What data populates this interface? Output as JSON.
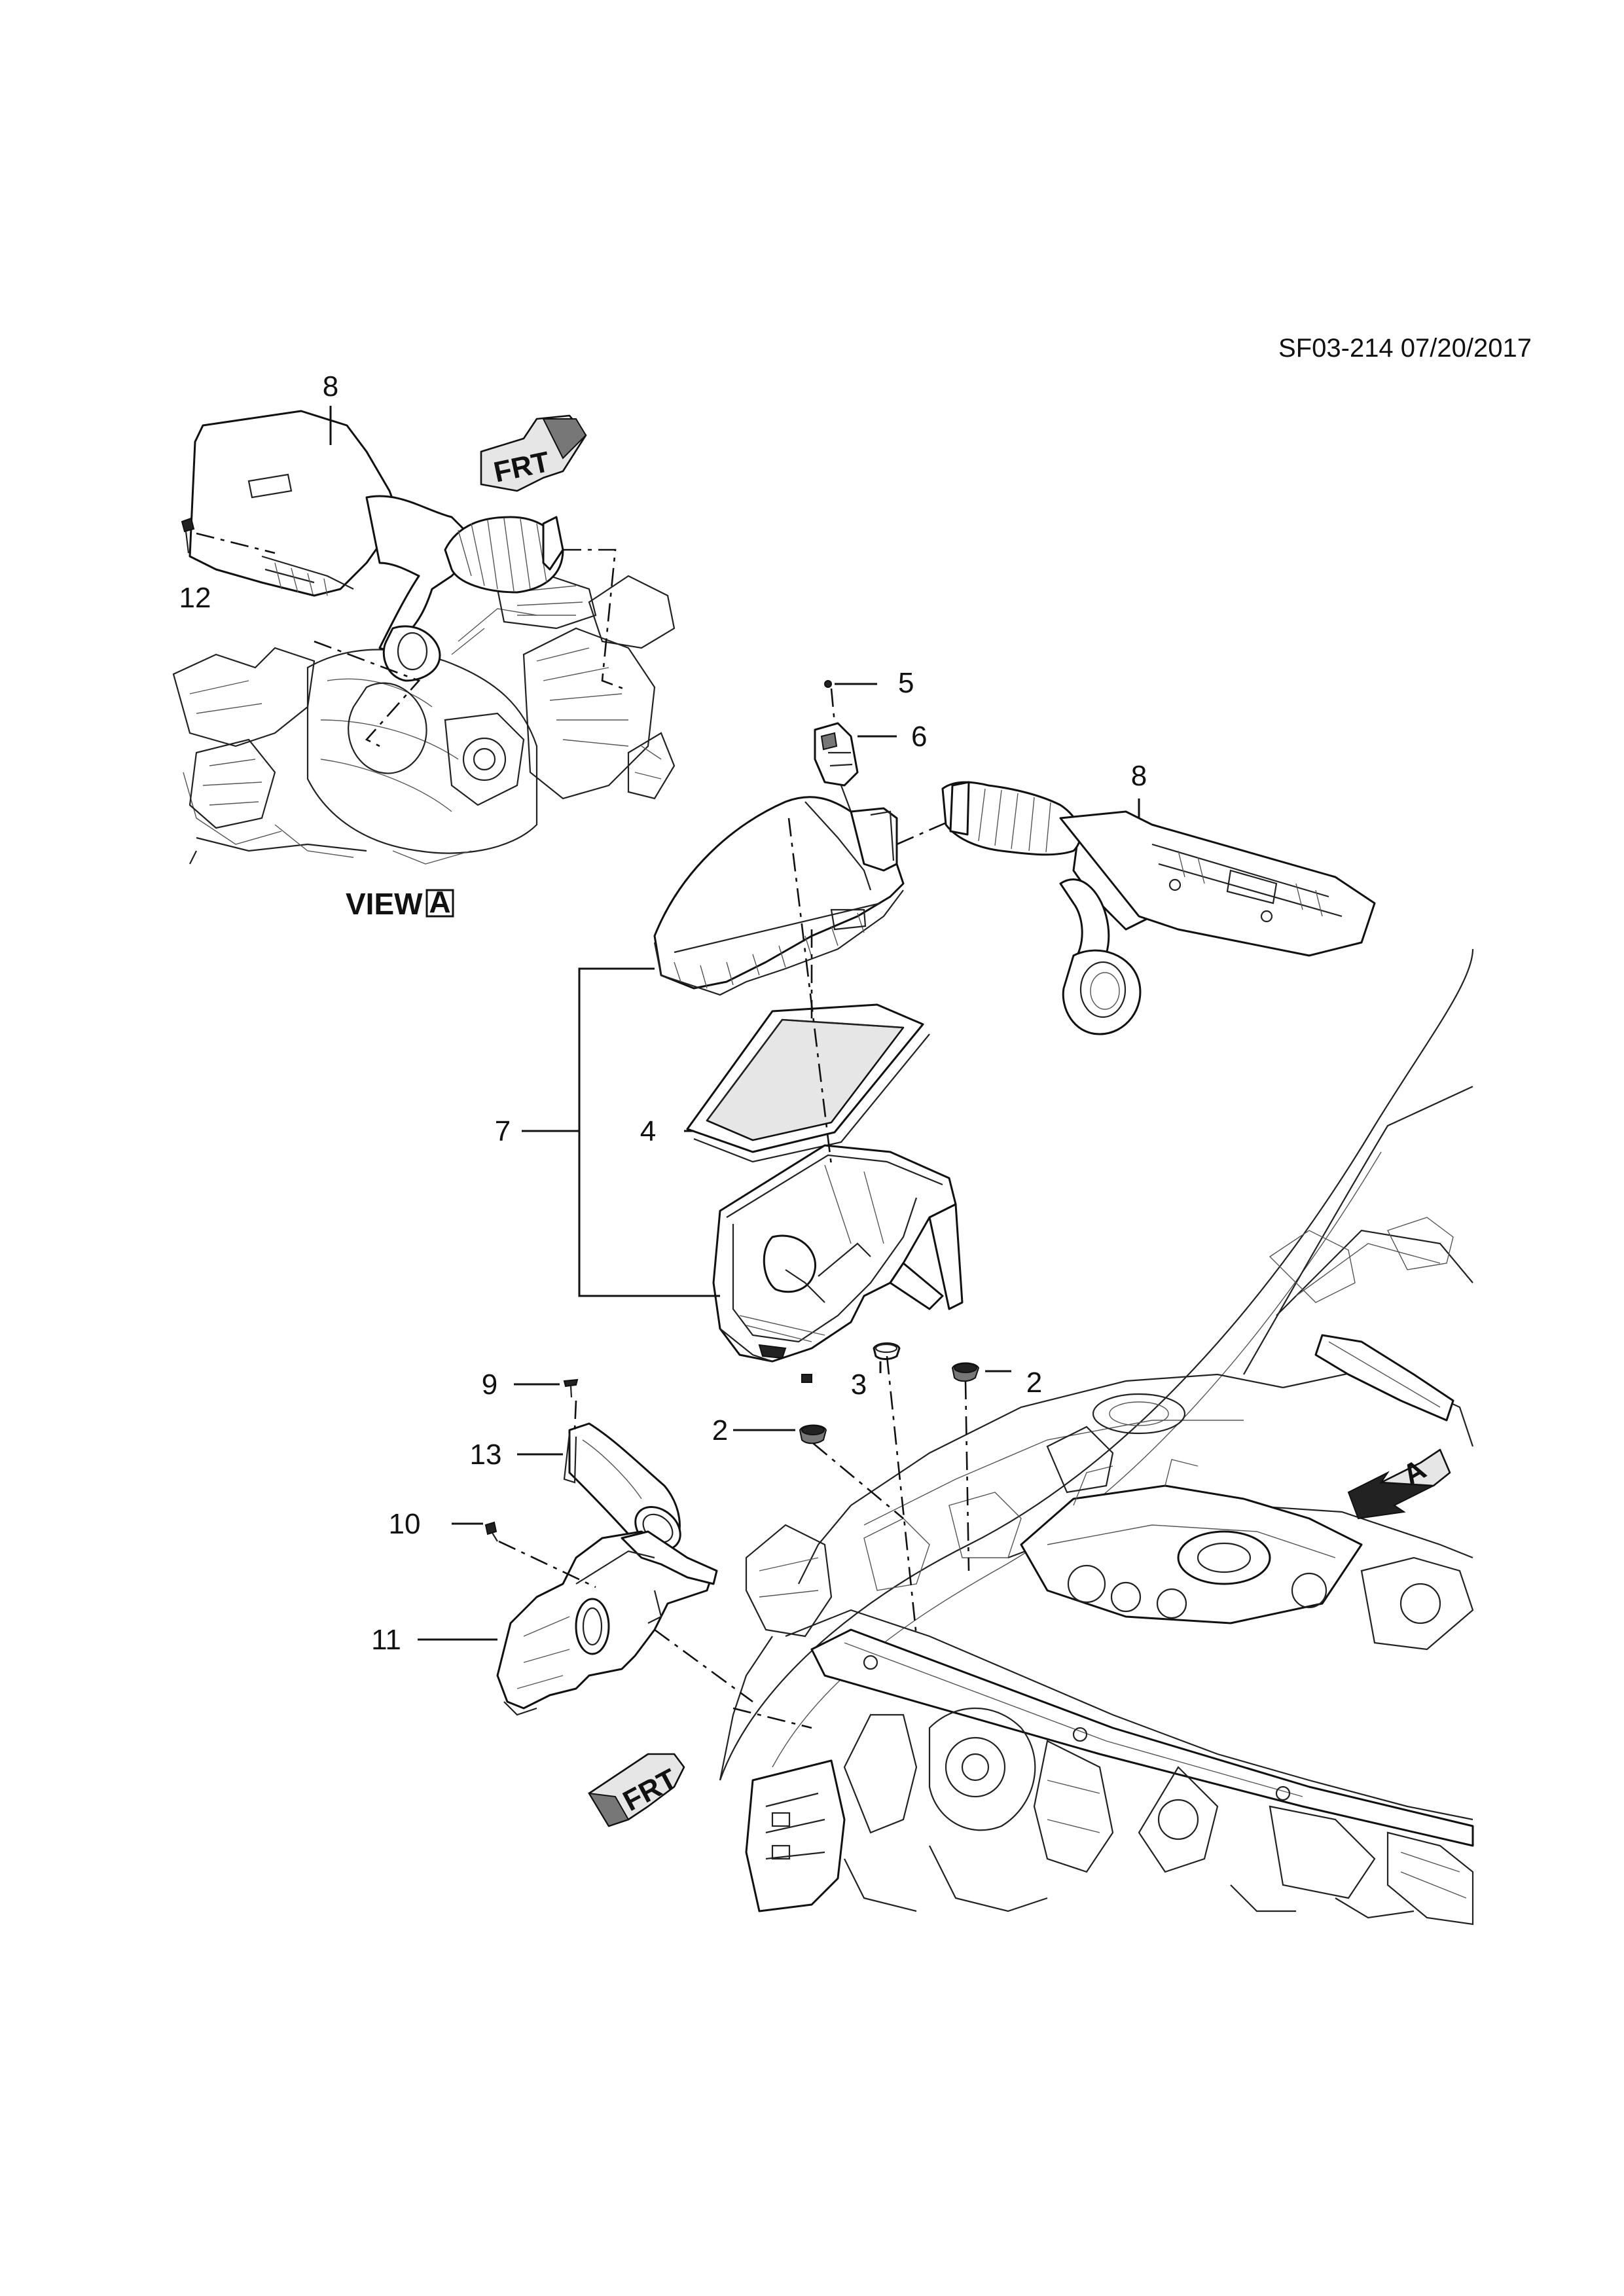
{
  "reference": "SF03-214 07/20/2017",
  "view_label": {
    "prefix": "VIEW",
    "letter": "A"
  },
  "arrows": {
    "frt": "FRT",
    "view_arrow_letter": "A"
  },
  "callouts": {
    "c1": "2",
    "c2": "2",
    "c3": "3",
    "c4": "4",
    "c5": "5",
    "c6": "6",
    "c7": "7",
    "c8_main": "8",
    "c8_view": "8",
    "c9": "9",
    "c10": "10",
    "c11": "11",
    "c12": "12",
    "c13": "13"
  }
}
